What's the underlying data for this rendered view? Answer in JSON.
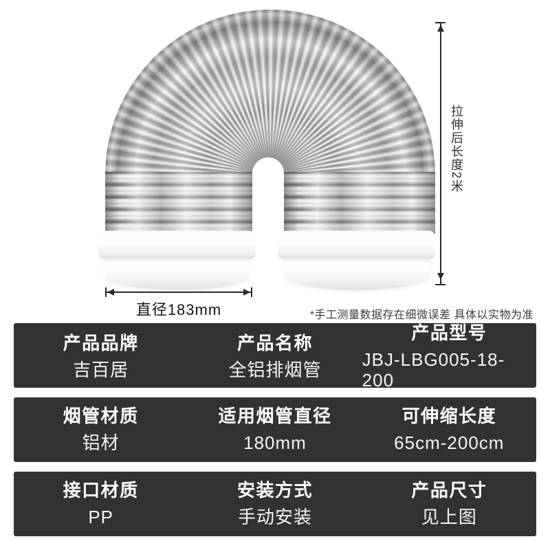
{
  "annotations": {
    "stretched_length": "拉伸后长度2米",
    "diameter": "直径183mm",
    "note": "*手工测量数据存在细微误差 具体以实物为准"
  },
  "spec_table": {
    "rows": [
      [
        {
          "label": "产品品牌",
          "value": "吉百居"
        },
        {
          "label": "产品名称",
          "value": "全铝排烟管"
        },
        {
          "label": "产品型号",
          "value": "JBJ-LBG005-18-200"
        }
      ],
      [
        {
          "label": "烟管材质",
          "value": "铝材"
        },
        {
          "label": "适用烟管直径",
          "value": "180mm"
        },
        {
          "label": "可伸缩长度",
          "value": "65cm-200cm"
        }
      ],
      [
        {
          "label": "接口材质",
          "value": "PP"
        },
        {
          "label": "安装方式",
          "value": "手动安装"
        },
        {
          "label": "产品尺寸",
          "value": "见上图"
        }
      ]
    ]
  },
  "colors": {
    "table_row_bg": "#323232",
    "label_text": "#ffffff",
    "value_text": "#f5f5f5",
    "dimension_line": "#2a2a2a",
    "note_text": "#3c3c3c",
    "background": "#ffffff"
  }
}
